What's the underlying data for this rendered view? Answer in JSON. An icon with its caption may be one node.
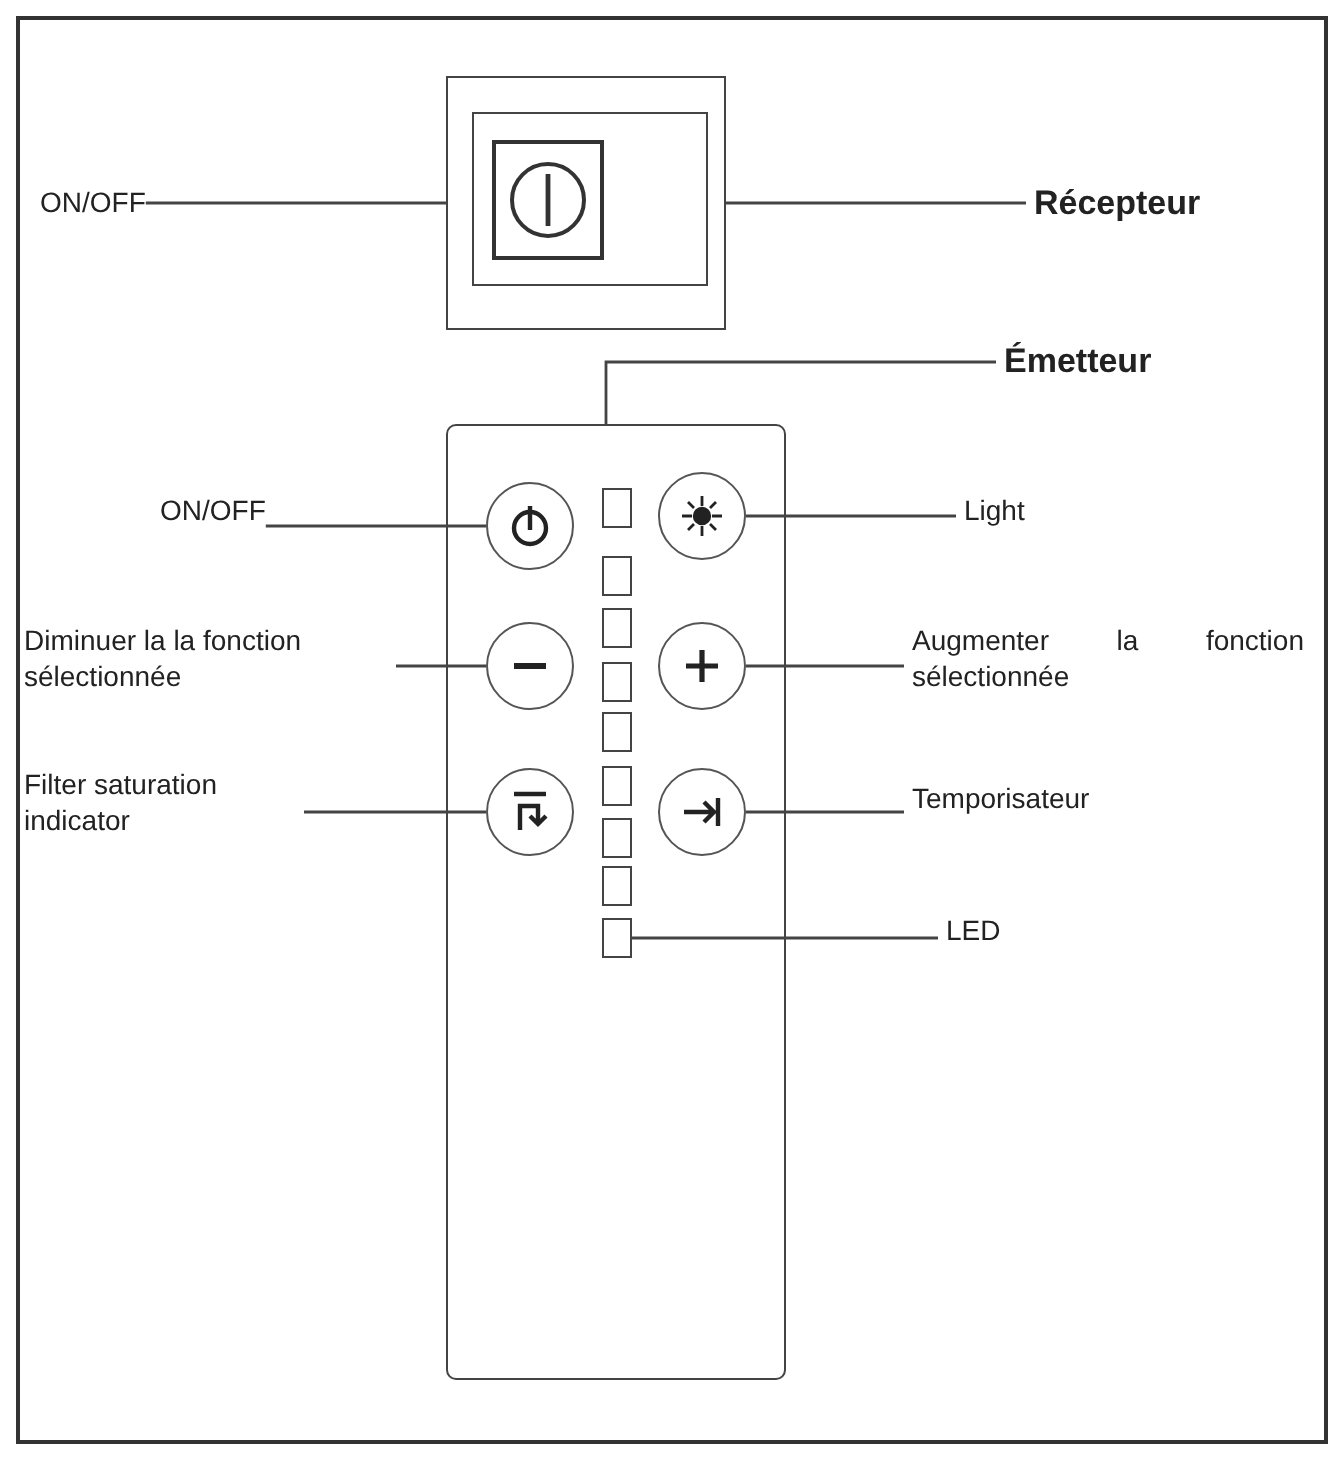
{
  "diagram": {
    "nodes": [
      {
        "text": [
          "ON/OFF"
        ]
      },
      {
        "text": [],
        "shape": "box"
      },
      {
        "text": [
          "Récepteur"
        ]
      },
      {
        "text": [
          "Émetteur"
        ]
      },
      {
        "text": [],
        "shape": "box"
      },
      {
        "text": [
          "ON/OFF"
        ]
      },
      {
        "text": [],
        "shape": "circle",
        "in": 4
      },
      {
        "text": [],
        "shape": "circle",
        "in": 4
      },
      {
        "text": [
          "Light"
        ]
      },
      {
        "text": [
          "Diminuer la la fonction sélectionnée"
        ]
      },
      {
        "text": [],
        "shape": "circle",
        "in": 4
      },
      {
        "text": [],
        "shape": "circle",
        "in": 4
      },
      {
        "text": [
          "Augmenter la fonction sélectionnée"
        ]
      },
      {
        "text": [
          "Filter saturation indicator"
        ]
      },
      {
        "text": [],
        "shape": "circle",
        "in": 4
      },
      {
        "text": [],
        "shape": "circle",
        "in": 4
      },
      {
        "text": [
          "Temporisateur"
        ]
      },
      {
        "text": [
          "LED"
        ]
      },
      {
        "text": [],
        "shape": "box",
        "in": 4
      },
      {
        "text": [],
        "shape": "box",
        "in": 4
      },
      {
        "text": [],
        "shape": "box",
        "in": 4
      },
      {
        "text": [],
        "shape": "box",
        "in": 4
      },
      {
        "text": [],
        "shape": "box",
        "in": 4
      },
      {
        "text": [],
        "shape": "box",
        "in": 4
      },
      {
        "text": [],
        "shape": "box",
        "in": 4
      },
      {
        "text": [],
        "shape": "box",
        "in": 4
      },
      {
        "text": [],
        "shape": "box",
        "in": 4
      }
    ],
    "edges": [
      {
        "from": 0,
        "to": 1,
        "arrow": "none"
      },
      {
        "from": 2,
        "to": 1,
        "arrow": "none"
      },
      {
        "from": 3,
        "to": 4,
        "arrow": "none"
      },
      {
        "from": 5,
        "to": 6,
        "arrow": "none"
      },
      {
        "from": 8,
        "to": 7,
        "arrow": "none"
      },
      {
        "from": 9,
        "to": 10,
        "arrow": "none"
      },
      {
        "from": 12,
        "to": 11,
        "arrow": "none"
      },
      {
        "from": 13,
        "to": 14,
        "arrow": "none"
      },
      {
        "from": 16,
        "to": 15,
        "arrow": "none"
      },
      {
        "from": 17,
        "to": 18,
        "arrow": "none"
      }
    ]
  }
}
